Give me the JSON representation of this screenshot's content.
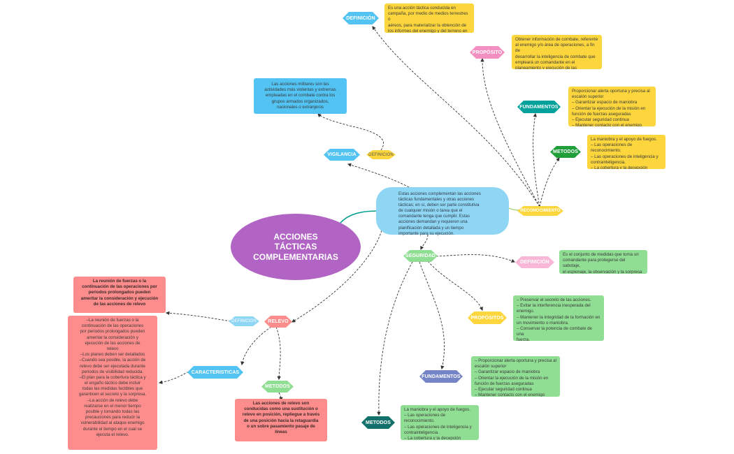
{
  "colors": {
    "purple": "#b164c4",
    "cyan": "#52c3f3",
    "pink": "#f38fc1",
    "teal": "#00a19a",
    "green": "#1f9e3a",
    "yellow": "#fcd63c",
    "light_green": "#90de93",
    "gold": "#f7c936",
    "indigo": "#7484c7",
    "dark_teal": "#12716a",
    "light_blue": "#8fd6f5",
    "red": "#fd8d8c",
    "link_teal": "#009d90"
  },
  "main_topic": "ACCIONES\nTÁCTICAS\nCOMPLEMENTARIAS",
  "center_text": "Estas acciones complementan las acciones\ntácticas fundamentales y otras acciones\ntácticas; en sí, deben ser parte constitutiva\nde cualquier misión o tarea que el\ncomandante tenga que cumplir. Estas\nacciones demandan y requieren una\nplanificación detallada y un tiempo\nimportante para su ejecución.",
  "nodes": {
    "reconocimiento": "RECONOCIMIENTO",
    "rec_definicion": "DEFINICIÓN",
    "rec_proposito": "PROPÓSITO",
    "rec_fundamentos": "FUNDAMENTOS",
    "rec_metodos": "METODOS",
    "vigilancia": "VIGILANCIA",
    "vig_definicion": "DEFINICION",
    "seguridad": "SEGURIDAD",
    "seg_definicion": "DEFINICIÓN",
    "seg_proposito": "PROPÓSITOS",
    "seg_fundamentos": "FUNDAMENTOS",
    "seg_metodos": "METODOS",
    "relevo": "RELEVO",
    "rel_definicion": "DEFINICION",
    "rel_caracteristicas": "CARACTERISTICAS",
    "rel_metodos": "METODOS"
  },
  "texts": {
    "rec_definicion": "Es una acción táctica conducida en\ncampaña, por medio de medios terrestres o\naéreos, para materializar la obtención de\nlos informes del enemigo y del terreno en\ndonde se realizarán las operaciones.",
    "rec_proposito": "Obtener información de combate, referente\nal enemigo y/o área de operaciones, a fin de\ndesarrollar la inteligencia de combate que\nempleará un comandante en el\nplaneamiento y ejecución de las\noperaciones de combate.",
    "rec_fundamentos": " Proporcionar alerta oportuna y precisa al\nescalón superior\n– Garantizar espacio de maniobra\n– Orientar la ejecución de la misión en\nfunción de fuerzas aseguradas\n– Ejecutar seguridad continua\n– Mantener contacto con el enemigo",
    "rec_metodos": "La maniobra y el apoyo de fuegos.\n– Las operaciones de reconocimiento.\n– Las operaciones de inteligencia y\ncontrainteligencia.\n– La cobertura y la decepción táctica.\n– Las medidas pasivas de seguridad.",
    "vig_definicion": "Las acciones militares son las\nactividades más violentas y extremas\nempleadas en el combate contra los\ngrupos armados organizados,\nnacionales o extranjeros",
    "seg_definicion": "Es el conjunto de medidas que toma un\ncomandante para protegerse del sabotaje,\nel espionaje, la observación y la sorpresa\ndel enemigo.",
    "seg_proposito": "– Preservar el secreto de las acciones.\n– Evitar la interferencia inesperada del\nenemigo.\n– Mantener la integridad de la formación en\nun movimiento o maniobra.\n– Conservar la potencia de combate de una\nfuerza.\n– Mantener la libertad de acción –",
    "seg_fundamentos": " – Proporcionar alerta oportuna y precisa al\nescalón superior\n– Garantizar espacio de maniobra\n– Orientar la ejecución de la misión en\nfunción de fuerzas aseguradas\n– Ejecutar seguridad continua\n– Mantener contacto con el enemigo",
    "seg_metodos": "La maniobra y el apoyo de fuegos.\n– Las operaciones de reconocimiento.\n– Las operaciones de inteligencia y\ncontrainteligencia.\n– La cobertura y la decepción táctica.\n– Las medidas pasivas de seguridad.",
    "rel_definicion": "La reunión de fuerzas o la\ncontinuación de las operaciones por\nperiodos prolongados pueden\nameritar la consideración y ejecución\nde las acciones de relevo",
    "rel_caracteristicas": "–La reunión de fuerzas o la\ncontinuación de las operaciones\npor periodos prolongados pueden\nameritar la consideración y\nejecución de las acciones de\nrelevo\n–Los planes deben ser detallados\n–Cuando sea posible, la acción de\nrelevo debe ser ejecutada durante\nperiodos de visibilidad reducida.\n–El plan para la cobertura táctica y\nel engaño táctico debe incluir\ntodas las medidas factibles que\ngaranticen el secreto y la sorpresa.\n–La acción de relevo debe\nrealizarse en el menor tiempo\nposible y tomando todas las\nprecauciones para reducir la\nvulnerabilidad al ataque enemigo\ndurante el tiempo en el cual se\nejecuta el relevo.",
    "rel_metodos": "Las acciones de relevo son\nconducidas como una sustitución o\nrelevo en posición, repliegue a través\nde una posición hacia la retaguardia\no un sobre pasamiento pasaje de\nlíneas"
  }
}
